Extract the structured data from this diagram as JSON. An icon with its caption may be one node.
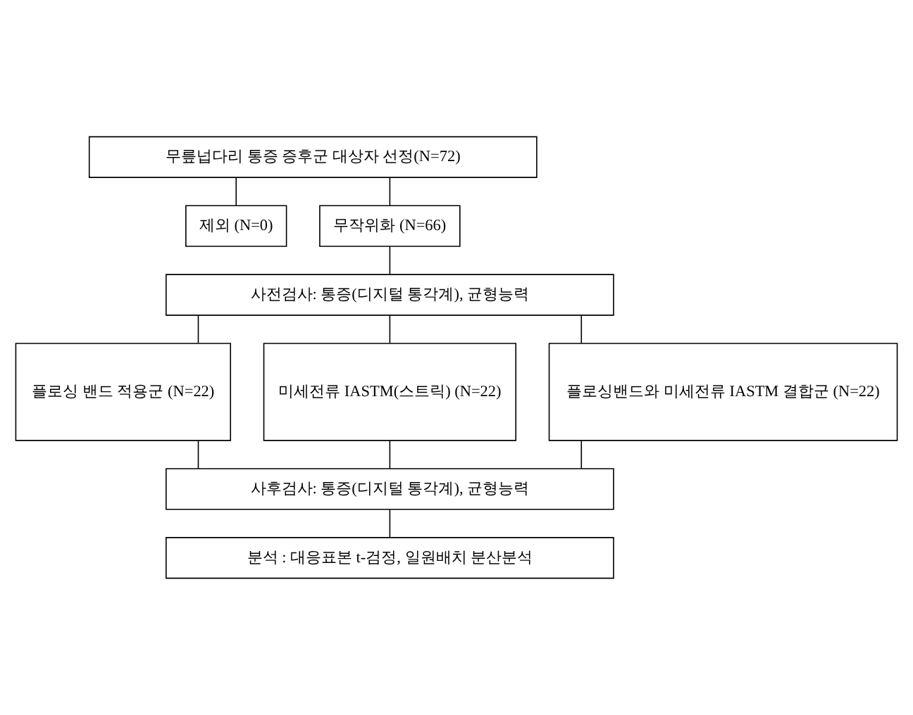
{
  "diagram": {
    "nodes": [
      {
        "text": [
          "무릎넙다리 통증 증후군 대상자 선정(N=72)"
        ]
      },
      {
        "text": [
          "제외 (N=0)"
        ]
      },
      {
        "text": [
          "무작위화 (N=66)"
        ]
      },
      {
        "text": [
          "사전검사: 통증(디지털 통각계), 균형능력"
        ]
      },
      {
        "text": [
          "플로싱 밴드 적용군 (N=22)"
        ]
      },
      {
        "text": [
          "미세전류 IASTM(스트릭) (N=22)"
        ]
      },
      {
        "text": [
          "플로싱밴드와 미세전류 IASTM 결합군 (N=22)"
        ]
      },
      {
        "text": [
          "사후검사: 통증(디지털 통각계), 균형능력"
        ]
      },
      {
        "text": [
          "분석 : 대응표본 t-검정, 일원배치 분산분석"
        ]
      }
    ],
    "edges": [
      {
        "from": 0,
        "to": 1,
        "arrow": "none"
      },
      {
        "from": 0,
        "to": 2,
        "arrow": "none"
      },
      {
        "from": 2,
        "to": 3,
        "arrow": "none"
      },
      {
        "from": 3,
        "to": 4,
        "arrow": "none"
      },
      {
        "from": 3,
        "to": 5,
        "arrow": "none"
      },
      {
        "from": 3,
        "to": 6,
        "arrow": "none"
      },
      {
        "from": 4,
        "to": 7,
        "arrow": "none"
      },
      {
        "from": 5,
        "to": 7,
        "arrow": "none"
      },
      {
        "from": 6,
        "to": 7,
        "arrow": "none"
      },
      {
        "from": 7,
        "to": 8,
        "arrow": "none"
      }
    ]
  }
}
